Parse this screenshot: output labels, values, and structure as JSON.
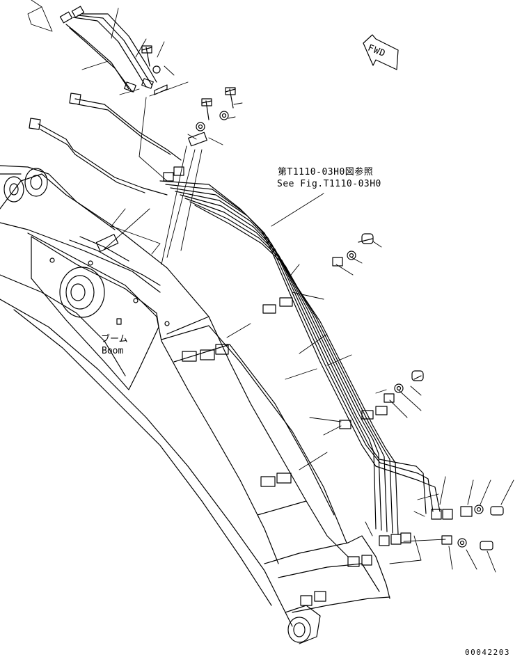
{
  "references": {
    "jp": "第T1110-03H0図参照",
    "en": "See Fig.T1110-03H0"
  },
  "component": {
    "jp": "ブーム",
    "en": "Boom"
  },
  "direction_marker": "FWD",
  "document_number": "00042203",
  "colors": {
    "line": "#000000",
    "background": "#ffffff"
  }
}
